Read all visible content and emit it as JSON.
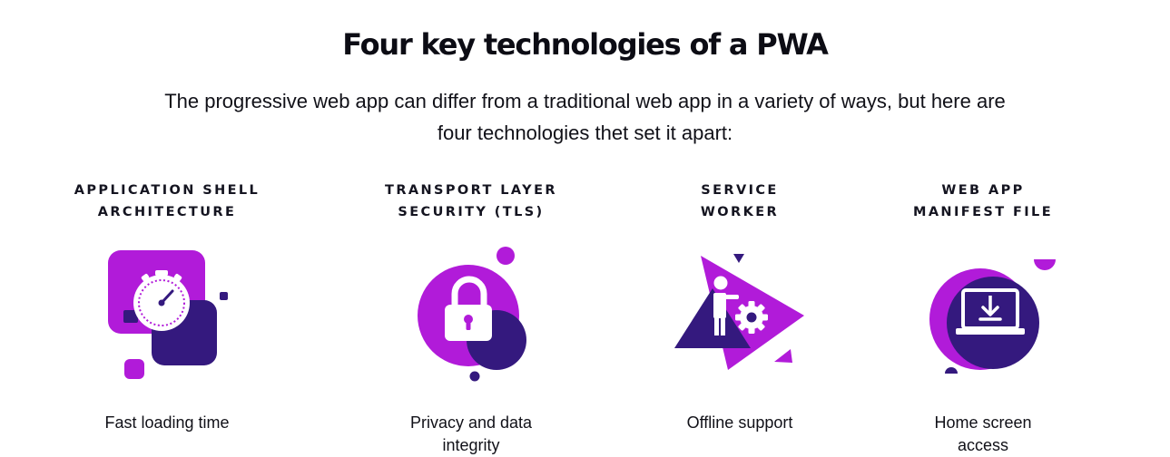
{
  "header": {
    "title": "Four key technologies of a PWA",
    "subtitle": "The progressive web app can differ from a traditional web app in a variety of ways, but here are four technologies thet set it apart:"
  },
  "colors": {
    "purple": "#B11BD9",
    "indigo": "#34197E",
    "white": "#FFFFFF"
  },
  "cards": [
    {
      "heading_line1": "APPLICATION SHELL",
      "heading_line2": "ARCHITECTURE",
      "icon": "stopwatch-icon",
      "caption_line1": "Fast loading time",
      "caption_line2": ""
    },
    {
      "heading_line1": "TRANSPORT LAYER",
      "heading_line2": "SECURITY (TLS)",
      "icon": "padlock-icon",
      "caption_line1": "Privacy and data",
      "caption_line2": "integrity"
    },
    {
      "heading_line1": "SERVICE",
      "heading_line2": "WORKER",
      "icon": "worker-gear-icon",
      "caption_line1": "Offline support",
      "caption_line2": ""
    },
    {
      "heading_line1": "WEB APP",
      "heading_line2": "MANIFEST FILE",
      "icon": "laptop-download-icon",
      "caption_line1": "Home screen",
      "caption_line2": "access"
    }
  ]
}
